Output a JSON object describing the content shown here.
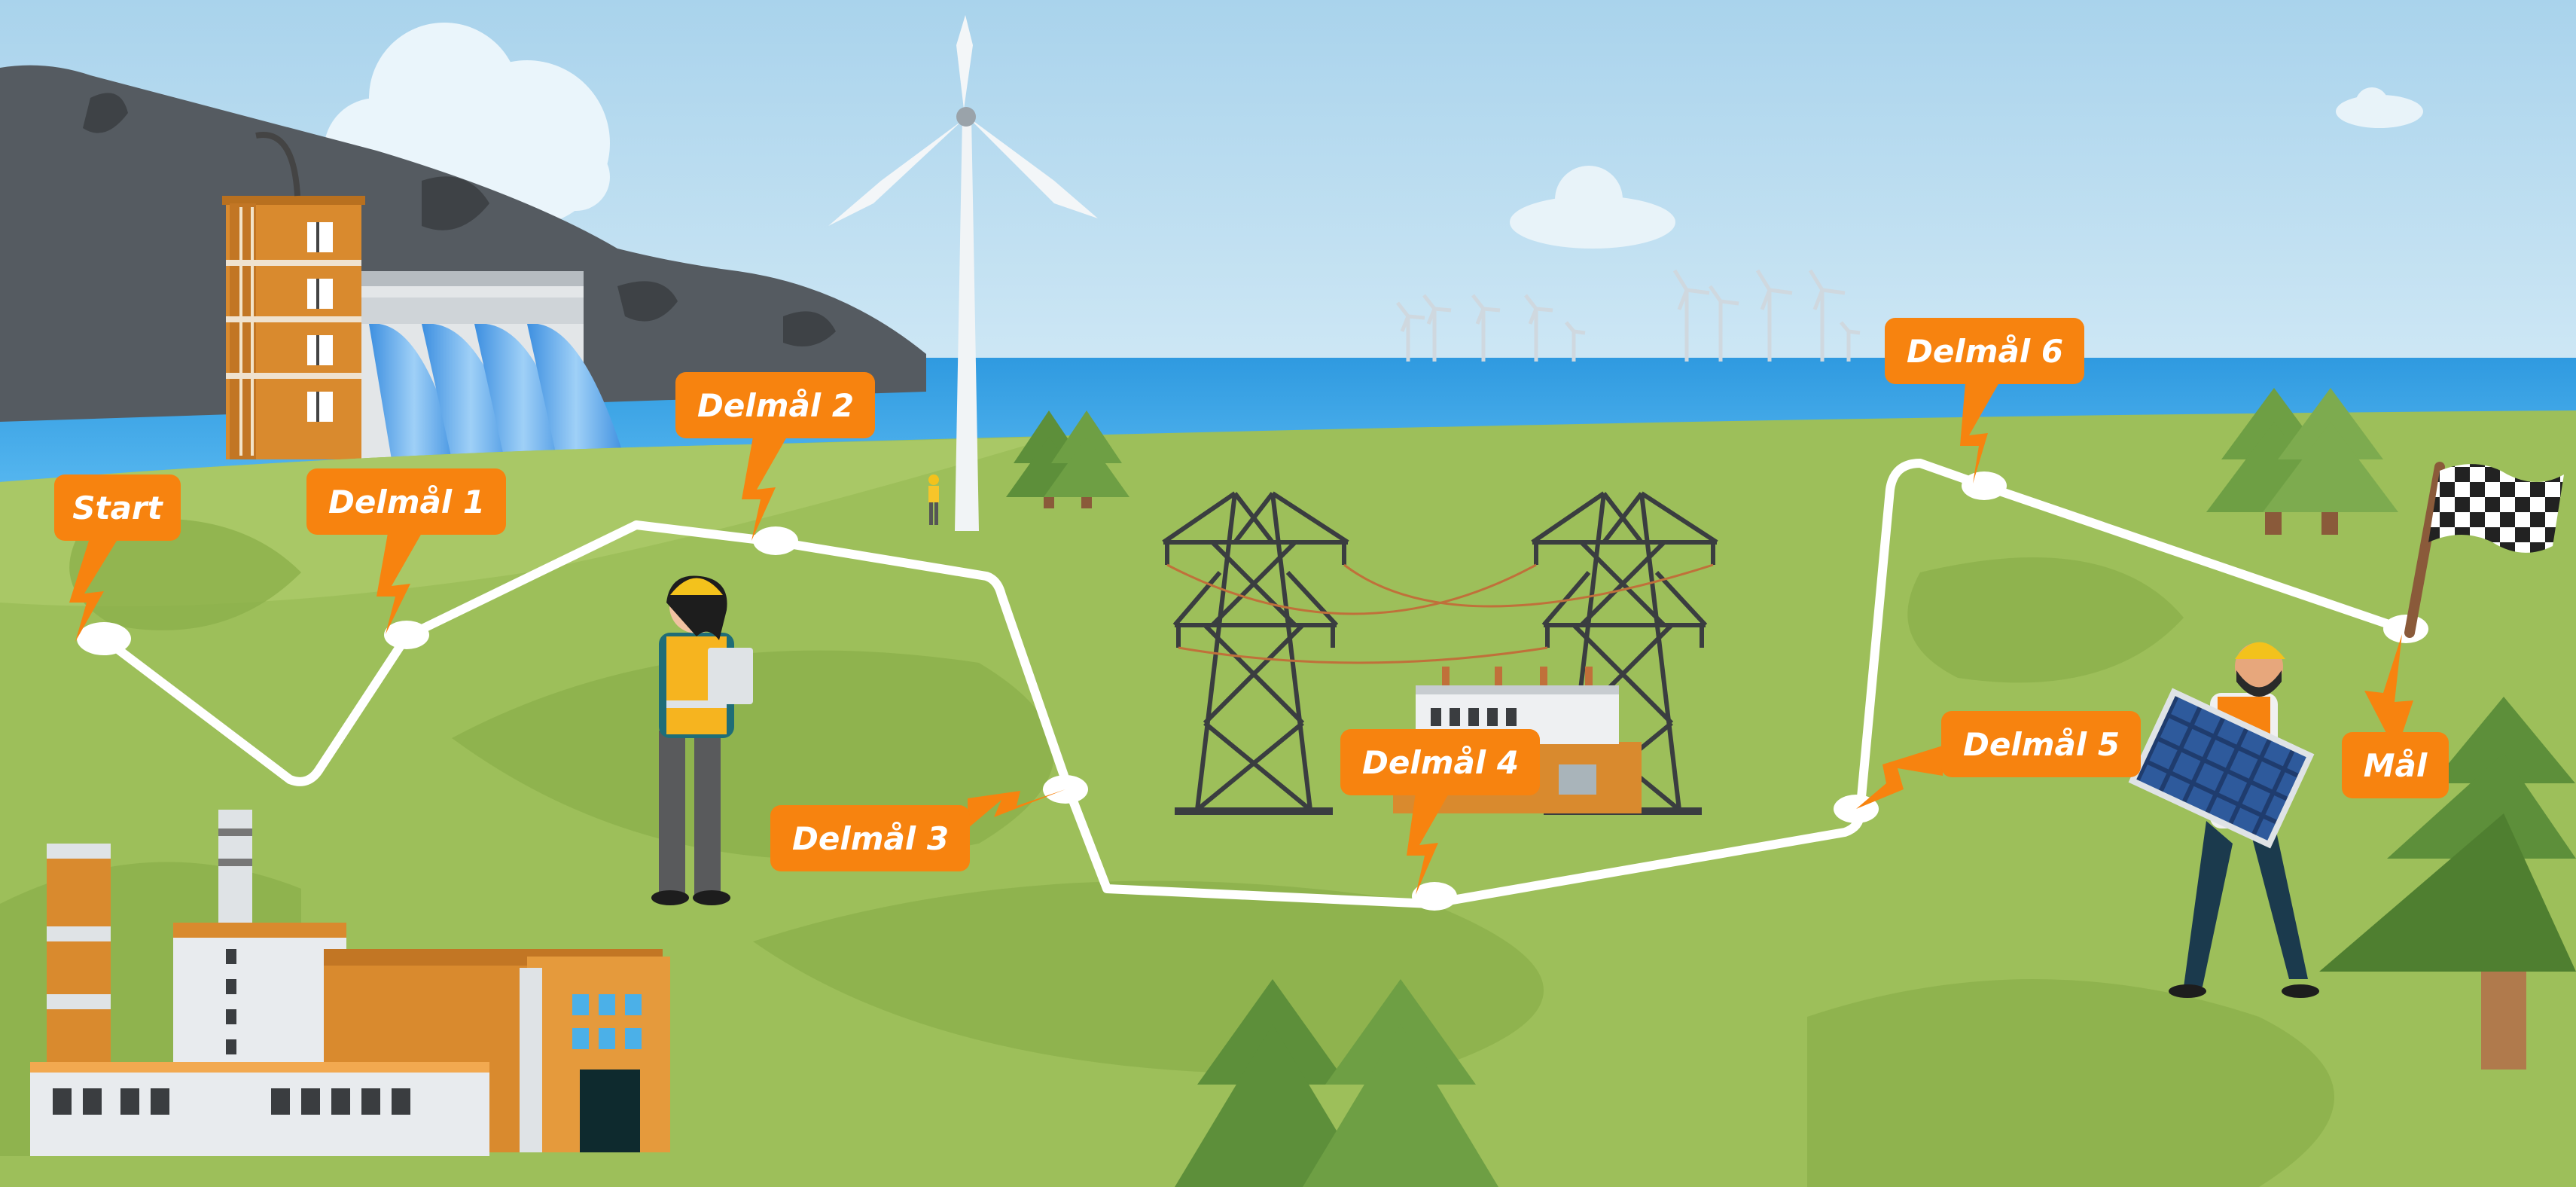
{
  "route": {
    "milestones": [
      {
        "id": "start",
        "label": "Start"
      },
      {
        "id": "delmal-1",
        "label": "Delmål 1"
      },
      {
        "id": "delmal-2",
        "label": "Delmål 2"
      },
      {
        "id": "delmal-3",
        "label": "Delmål 3"
      },
      {
        "id": "delmal-4",
        "label": "Delmål 4"
      },
      {
        "id": "delmal-5",
        "label": "Delmål 5"
      },
      {
        "id": "delmal-6",
        "label": "Delmål 6"
      },
      {
        "id": "mal",
        "label": "Mål"
      }
    ]
  },
  "colors": {
    "sky": "#b7d9ee",
    "sea": "#3aa3e3",
    "grass": "#9dbf5a",
    "badge": "#f7830f",
    "path": "#ffffff",
    "factory_orange": "#d98a2e"
  },
  "icons": {
    "finish": "checkered-flag-icon",
    "energy": "lightning-bolt-icon"
  }
}
